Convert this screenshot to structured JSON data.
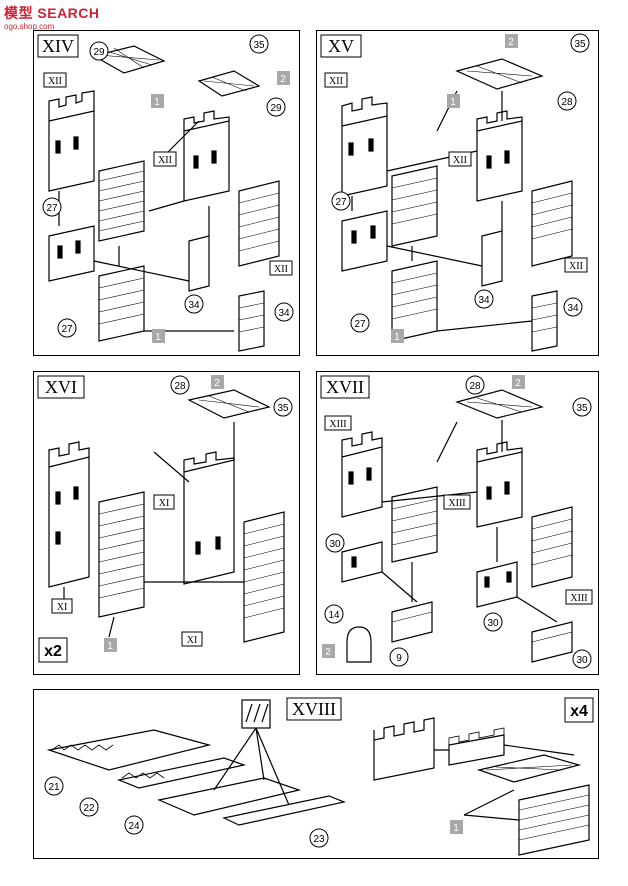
{
  "watermark": {
    "brand": "模型 SEARCH",
    "sub": "ogo.shop.com"
  },
  "steps": [
    {
      "id": "XIV",
      "labels": [
        "29",
        "35",
        "2",
        "29",
        "1",
        "XII",
        "XII",
        "XII",
        "27",
        "27",
        "1",
        "34",
        "34"
      ]
    },
    {
      "id": "XV",
      "labels": [
        "2",
        "35",
        "1",
        "28",
        "XII",
        "XII",
        "XII",
        "27",
        "27",
        "1",
        "34",
        "34"
      ]
    },
    {
      "id": "XVI",
      "labels": [
        "28",
        "2",
        "35",
        "XI",
        "XI",
        "XI",
        "1"
      ],
      "multiplier": "x2"
    },
    {
      "id": "XVII",
      "labels": [
        "28",
        "2",
        "35",
        "XIII",
        "XIII",
        "XIII",
        "30",
        "30",
        "30",
        "14",
        "2",
        "9"
      ]
    },
    {
      "id": "XVIII",
      "labels": [
        "21",
        "22",
        "24",
        "23",
        "1"
      ],
      "multiplier": "x4"
    }
  ],
  "colors": {
    "stroke": "#000000",
    "grey_tag": "#a8a8a8",
    "brick": "#444444"
  }
}
